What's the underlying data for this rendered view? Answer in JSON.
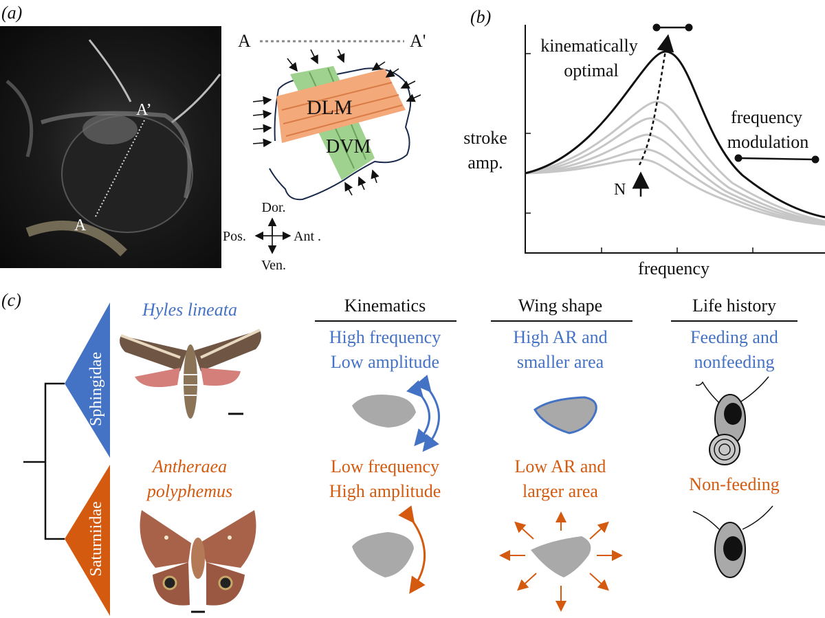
{
  "panel_a": {
    "label": "(a)",
    "photo_labels": {
      "a": "A",
      "a_prime": "A’"
    },
    "section_labels": {
      "a": "A",
      "a_prime": "A'"
    },
    "muscles": {
      "dlm": "DLM",
      "dvm": "DVM"
    },
    "compass": {
      "dorsal": "Dor.",
      "ventral": "Ven.",
      "posterior": "Pos.",
      "anterior": "Ant ."
    },
    "colors": {
      "dlm": "#f4a97a",
      "dvm": "#9fd18f"
    }
  },
  "panel_b": {
    "label": "(b)",
    "optimal_label_1": "kinematically",
    "optimal_label_2": "optimal",
    "freq_mod_1": "frequency",
    "freq_mod_2": "modulation",
    "ylabel_1": "stroke",
    "ylabel_2": "amp.",
    "xlabel": "frequency",
    "n_label": "N"
  },
  "panel_c": {
    "label": "(c)",
    "clades": {
      "sphingidae": "Sphingidae",
      "saturniidae": "Saturniidae"
    },
    "species": {
      "hyles": "Hyles lineata",
      "antheraea_1": "Antheraea",
      "antheraea_2": "polyphemus"
    },
    "headers": {
      "kinematics": "Kinematics",
      "wing_shape": "Wing shape",
      "life_history": "Life history"
    },
    "sphingidae": {
      "kin_1": "High frequency",
      "kin_2": "Low amplitude",
      "wing_1": "High AR and",
      "wing_2": "smaller area",
      "life_1": "Feeding and",
      "life_2": "nonfeeding"
    },
    "saturniidae": {
      "kin_1": "Low frequency",
      "kin_2": "High amplitude",
      "wing_1": "Low AR and",
      "wing_2": "larger area",
      "life_1": "Non-feeding"
    },
    "colors": {
      "sphingidae": "#4472c4",
      "saturniidae": "#d45a0f",
      "wing": "#a9a9a9"
    }
  }
}
